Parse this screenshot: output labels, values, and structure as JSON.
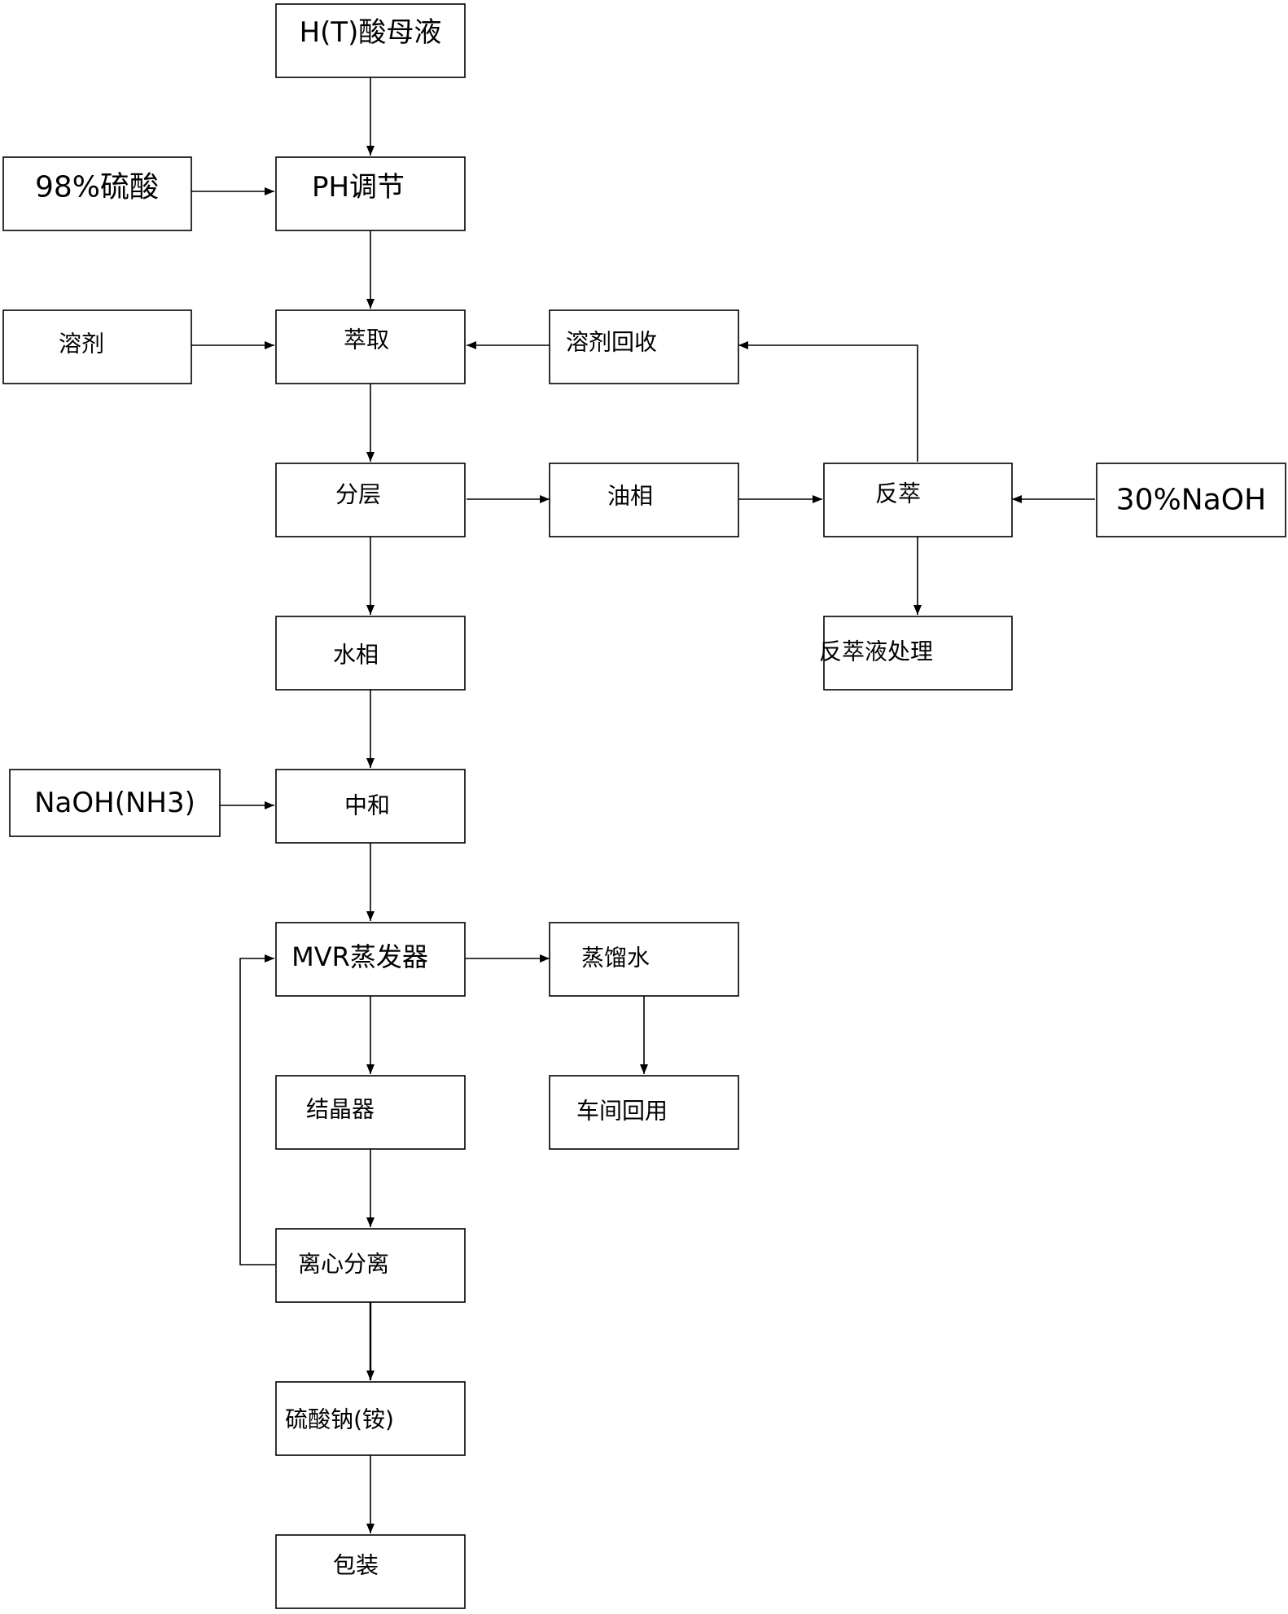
{
  "nodes": {
    "ht_mother_liquor": {
      "label": "H(T)酸母液"
    },
    "sulfuric_98": {
      "label": "98%硫酸"
    },
    "ph_adjust": {
      "label": "PH调节"
    },
    "solvent": {
      "label": "溶剂"
    },
    "extraction": {
      "label": "萃取"
    },
    "solvent_recovery": {
      "label": "溶剂回收"
    },
    "layering": {
      "label": "分层"
    },
    "oil_phase": {
      "label": "油相"
    },
    "back_extraction": {
      "label": "反萃"
    },
    "naoh_30": {
      "label": "30%NaOH"
    },
    "back_extract_treatment": {
      "label": "反萃液处理"
    },
    "water_phase": {
      "label": "水相"
    },
    "naoh_nh3": {
      "label": "NaOH(NH3)"
    },
    "neutralization": {
      "label": "中和"
    },
    "mvr_evaporator": {
      "label": "MVR蒸发器"
    },
    "distilled_water": {
      "label": "蒸馏水"
    },
    "crystallizer": {
      "label": "结晶器"
    },
    "workshop_reuse": {
      "label": "车间回用"
    },
    "centrifuge": {
      "label": "离心分离"
    },
    "sodium_sulfate": {
      "label": "硫酸钠(铵)"
    },
    "packaging": {
      "label": "包装"
    }
  }
}
